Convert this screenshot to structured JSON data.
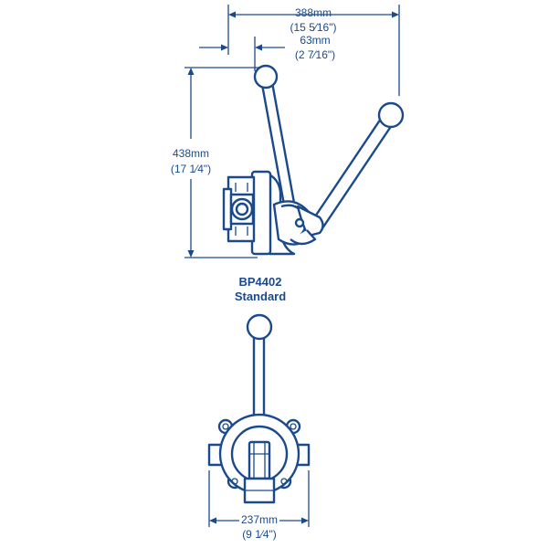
{
  "side_view": {
    "overall_width": {
      "metric": "388mm",
      "imperial": "(15 5⁄16\")"
    },
    "offset": {
      "metric": "63mm",
      "imperial": "(2 7⁄16\")"
    },
    "height": {
      "metric": "438mm",
      "imperial": "(17 1⁄4\")"
    },
    "caption_model": "BP4402",
    "caption_variant": "Standard"
  },
  "front_view": {
    "width": {
      "metric": "237mm",
      "imperial": "(9 1⁄4\")"
    }
  },
  "colors": {
    "line": "#1a4a8c",
    "background": "#ffffff"
  }
}
